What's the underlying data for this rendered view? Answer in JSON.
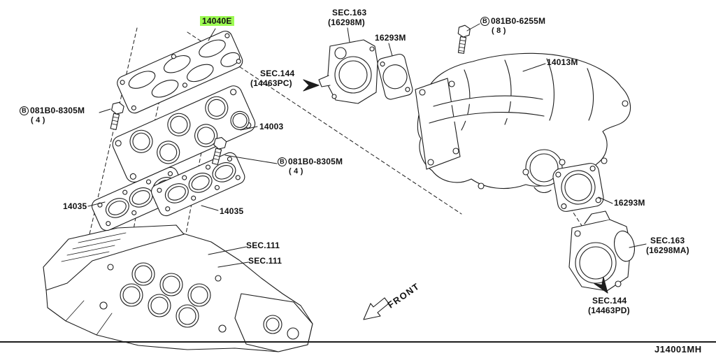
{
  "doc": {
    "drawing_number": "J14001MH"
  },
  "colors": {
    "highlight": "#9cfa52",
    "line": "#1c1c1c"
  },
  "labels": {
    "part_14040e": "14040E",
    "sec163_top_1": "SEC.163",
    "sec163_top_2": "(16298M)",
    "part_16293m_top": "16293M",
    "bolt_6255_badge": "B",
    "bolt_6255_text": "081B0-6255M",
    "bolt_6255_qty": "( 8 )",
    "part_14013m": "14013M",
    "sec144_pc_1": "SEC.144",
    "sec144_pc_2": "(14463PC)",
    "bolt_8305_left_badge": "B",
    "bolt_8305_left_text": "081B0-8305M",
    "bolt_8305_left_qty": "( 4 )",
    "part_14003": "14003",
    "bolt_8305_mid_badge": "B",
    "bolt_8305_mid_text": "081B0-8305M",
    "bolt_8305_mid_qty": "( 4 )",
    "part_14035_left": "14035",
    "part_14035_right": "14035",
    "part_16293m_right": "16293M",
    "sec163_right_1": "SEC.163",
    "sec163_right_2": "(16298MA)",
    "sec144_pd_1": "SEC.144",
    "sec144_pd_2": "(14463PD)",
    "sec111_a": "SEC.111",
    "sec111_b": "SEC.111",
    "front": "FRONT"
  }
}
